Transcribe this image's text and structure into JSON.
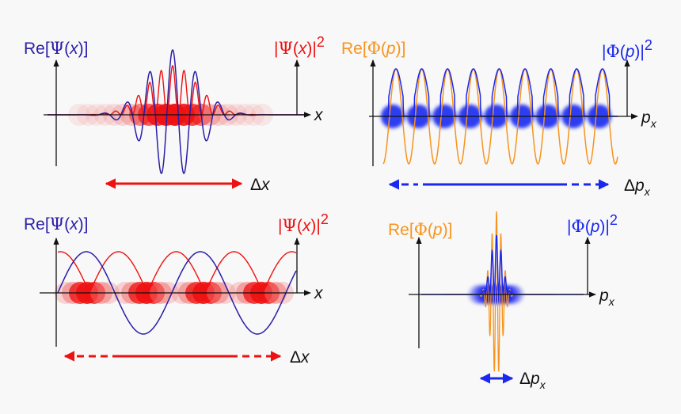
{
  "colors": {
    "background": "#f8f8f8",
    "axis": "#111111",
    "psi_real": "#2a1ea8",
    "psi_prob": "#ee1111",
    "phi_real": "#f7941d",
    "phi_prob": "#1a28f0"
  },
  "panels": {
    "top_left": {
      "re_label": [
        "Re[",
        "Ψ",
        "(",
        "x",
        ")]"
      ],
      "prob_label": [
        "|",
        "Ψ",
        "(",
        "x",
        ")|",
        "2"
      ],
      "axis_label": "x",
      "spread_label": [
        "Δ",
        "x"
      ],
      "arrow_style": "solid",
      "arrow_color": "#ee1111"
    },
    "top_right": {
      "re_label": [
        "Re[",
        "Φ",
        "(",
        "p",
        ")]"
      ],
      "prob_label": [
        "|",
        "Φ",
        "(",
        "p",
        ")|",
        "2"
      ],
      "axis_label": [
        "p",
        "x"
      ],
      "spread_label": [
        "Δ",
        "p",
        "x"
      ],
      "arrow_style": "dashed-ends",
      "arrow_color": "#1a28f0"
    },
    "bottom_left": {
      "re_label": [
        "Re[",
        "Ψ",
        "(",
        "x",
        ")]"
      ],
      "prob_label": [
        "|",
        "Ψ",
        "(",
        "x",
        ")|",
        "2"
      ],
      "axis_label": "x",
      "spread_label": [
        "Δ",
        "x"
      ],
      "arrow_style": "dashed-ends",
      "arrow_color": "#ee1111"
    },
    "bottom_right": {
      "re_label": [
        "Re[",
        "Φ",
        "(",
        "p",
        ")]"
      ],
      "prob_label": [
        "|",
        "Φ",
        "(",
        "p",
        ")|",
        "2"
      ],
      "axis_label": [
        "p",
        "x"
      ],
      "spread_label": [
        "Δ",
        "p",
        "x"
      ],
      "arrow_style": "solid",
      "arrow_color": "#1a28f0"
    }
  }
}
